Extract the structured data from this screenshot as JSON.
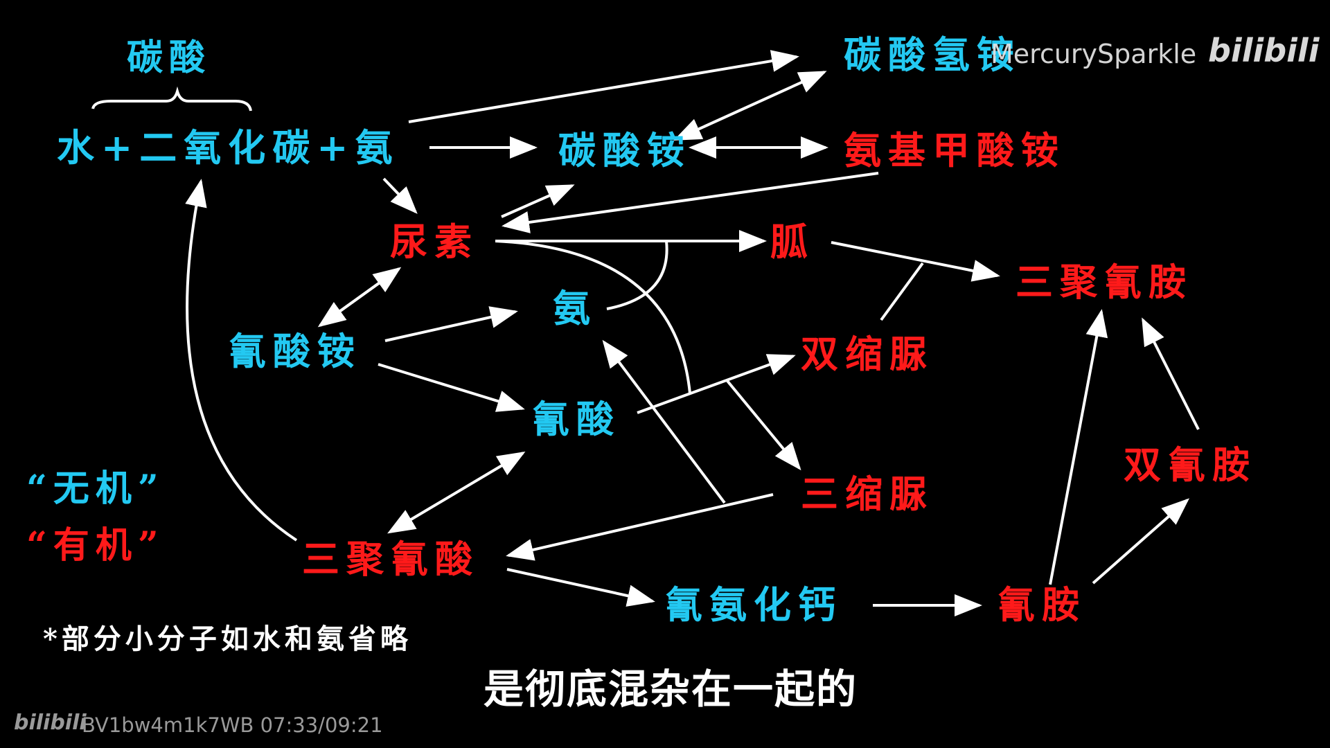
{
  "nodes": {
    "carbonic_label": "碳酸",
    "reactants": "水+二氧化碳+氨",
    "ammonium_bicarbonate": "碳酸氢铵",
    "ammonium_carbonate": "碳酸铵",
    "ammonium_carbamate": "氨基甲酸铵",
    "urea": "尿素",
    "guanidine": "胍",
    "melamine": "三聚氰胺",
    "ammonia": "氨",
    "ammonium_cyanate": "氰酸铵",
    "biuret": "双缩脲",
    "cyanic_acid": "氰酸",
    "triuret": "三缩脲",
    "dicyandiamide": "双氰胺",
    "cyanuric_acid": "三聚氰酸",
    "calcium_cyanamide": "氰氨化钙",
    "cyanamide": "氰胺"
  },
  "legend": {
    "inorganic": "“无机”",
    "organic": "“有机”",
    "footnote": "*部分小分子如水和氨省略"
  },
  "subtitle": "是彻底混杂在一起的",
  "watermark": {
    "uploader": "MercurySparkle",
    "logo": "bilibili",
    "video_info": "BV1bw4m1k7WB 07:33/09:21"
  },
  "colors": {
    "inorganic": "#23c9f2",
    "organic": "#ff1a1a",
    "arrow": "#ffffff",
    "background": "#000000"
  }
}
